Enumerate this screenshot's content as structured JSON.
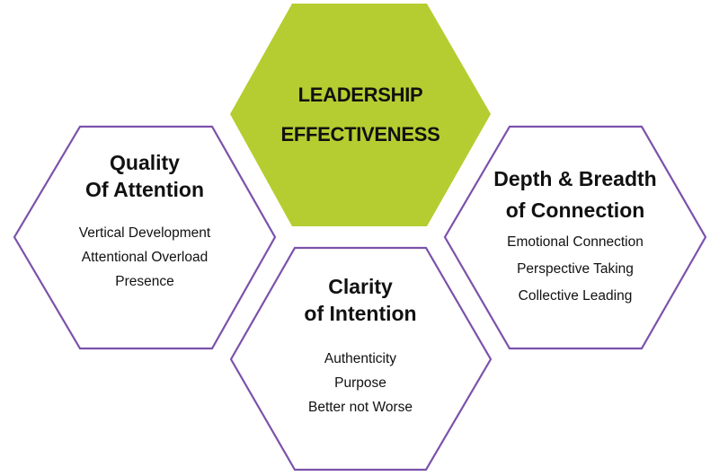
{
  "colors": {
    "center_fill": "#b5cd30",
    "outline": "#7b52ab",
    "text": "#111111"
  },
  "center": {
    "line1": "LEADERSHIP",
    "line2": "EFFECTIVENESS"
  },
  "left": {
    "title1": "Quality",
    "title2": "Of Attention",
    "items": [
      "Vertical Development",
      "Attentional Overload",
      "Presence"
    ]
  },
  "bottom": {
    "title1": "Clarity",
    "title2": "of Intention",
    "items": [
      "Authenticity",
      "Purpose",
      "Better not Worse"
    ]
  },
  "right": {
    "title1": "Depth & Breadth",
    "title2": "of Connection",
    "items": [
      "Emotional Connection",
      "Perspective Taking",
      "Collective Leading"
    ]
  }
}
